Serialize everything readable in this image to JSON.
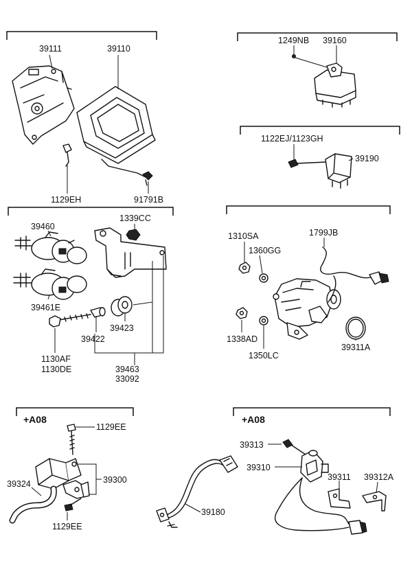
{
  "groups": {
    "ecu": {
      "labels": [
        "39111",
        "39110",
        "1129EH",
        "91791B"
      ]
    },
    "relay1": {
      "labels": [
        "1249NB",
        "39160"
      ]
    },
    "relay2": {
      "labels": [
        "1122EJ/1123GH",
        "39190"
      ]
    },
    "valves": {
      "labels": [
        "39460",
        "1339CC",
        "39461E",
        "39423",
        "39422",
        "1130AF",
        "1130DE",
        "39463",
        "33092"
      ]
    },
    "distributor": {
      "labels": [
        "1310SA",
        "1360GG",
        "1799JB",
        "1338AD",
        "1350LC",
        "39311A"
      ]
    },
    "map_sensor": {
      "tag": "+A08",
      "labels": [
        "1129EE",
        "39300",
        "39324",
        "1129EE"
      ]
    },
    "sensor_harness": {
      "labels": [
        "39180"
      ]
    },
    "cam_sensor": {
      "tag": "+A08",
      "labels": [
        "39313",
        "39310",
        "39311",
        "39312A"
      ]
    }
  }
}
